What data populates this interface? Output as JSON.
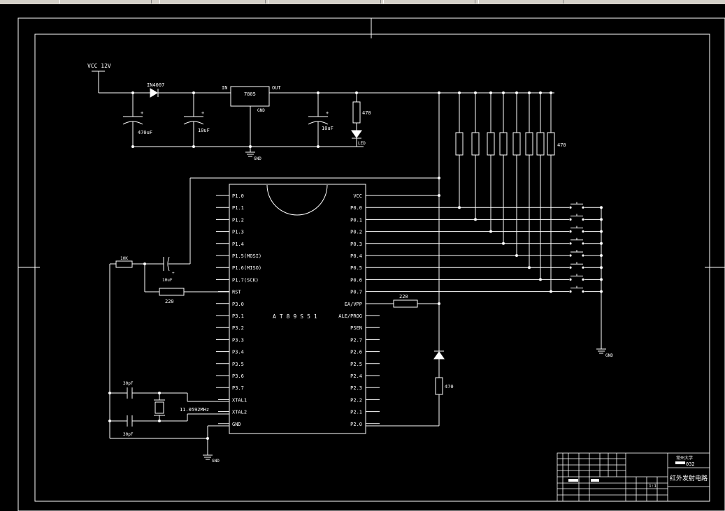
{
  "power": {
    "vcc_label": "VCC 12V",
    "diode_label": "IN4007",
    "regulator_label": "7805",
    "reg_in": "IN",
    "reg_out": "OUT",
    "reg_gnd": "GND",
    "c1_label": "470uF",
    "c2_label": "10uF",
    "c3_label": "10uF",
    "r_led_label": "470",
    "led_label": "LED",
    "gnd_label": "GND",
    "plus": "+"
  },
  "pullups": {
    "label": "470"
  },
  "chip": {
    "name": "AT89S51",
    "left_pins": [
      "P1.0",
      "P1.1",
      "P1.2",
      "P1.3",
      "P1.4",
      "P1.5(MOSI)",
      "P1.6(MISO)",
      "P1.7(SCK)",
      "RST",
      "P3.0",
      "P3.1",
      "P3.2",
      "P3.3",
      "P3.4",
      "P3.5",
      "P3.6",
      "P3.7",
      "XTAL1",
      "XTAL2",
      "GND"
    ],
    "right_pins": [
      "VCC",
      "P0.0",
      "P0.1",
      "P0.2",
      "P0.3",
      "P0.4",
      "P0.5",
      "P0.6",
      "P0.7",
      "EA/VPP",
      "ALE/PROG",
      "PSEN",
      "P2.7",
      "P2.6",
      "P2.5",
      "P2.4",
      "P2.3",
      "P2.2",
      "P2.1",
      "P2.0"
    ]
  },
  "reset": {
    "r1_label": "10K",
    "c_label": "10uF",
    "r2_label": "220"
  },
  "ea": {
    "r_label": "220"
  },
  "output": {
    "r_label": "470"
  },
  "crystal": {
    "label": "11.0592MHz",
    "c1_label": "30pF",
    "c2_label": "30pF",
    "gnd_label": "GND"
  },
  "keys": {
    "gnd_label": "GND"
  },
  "title_block": {
    "school": "常州大学",
    "code": "032",
    "title": "红外发射电路",
    "scale_label": "1:1"
  }
}
